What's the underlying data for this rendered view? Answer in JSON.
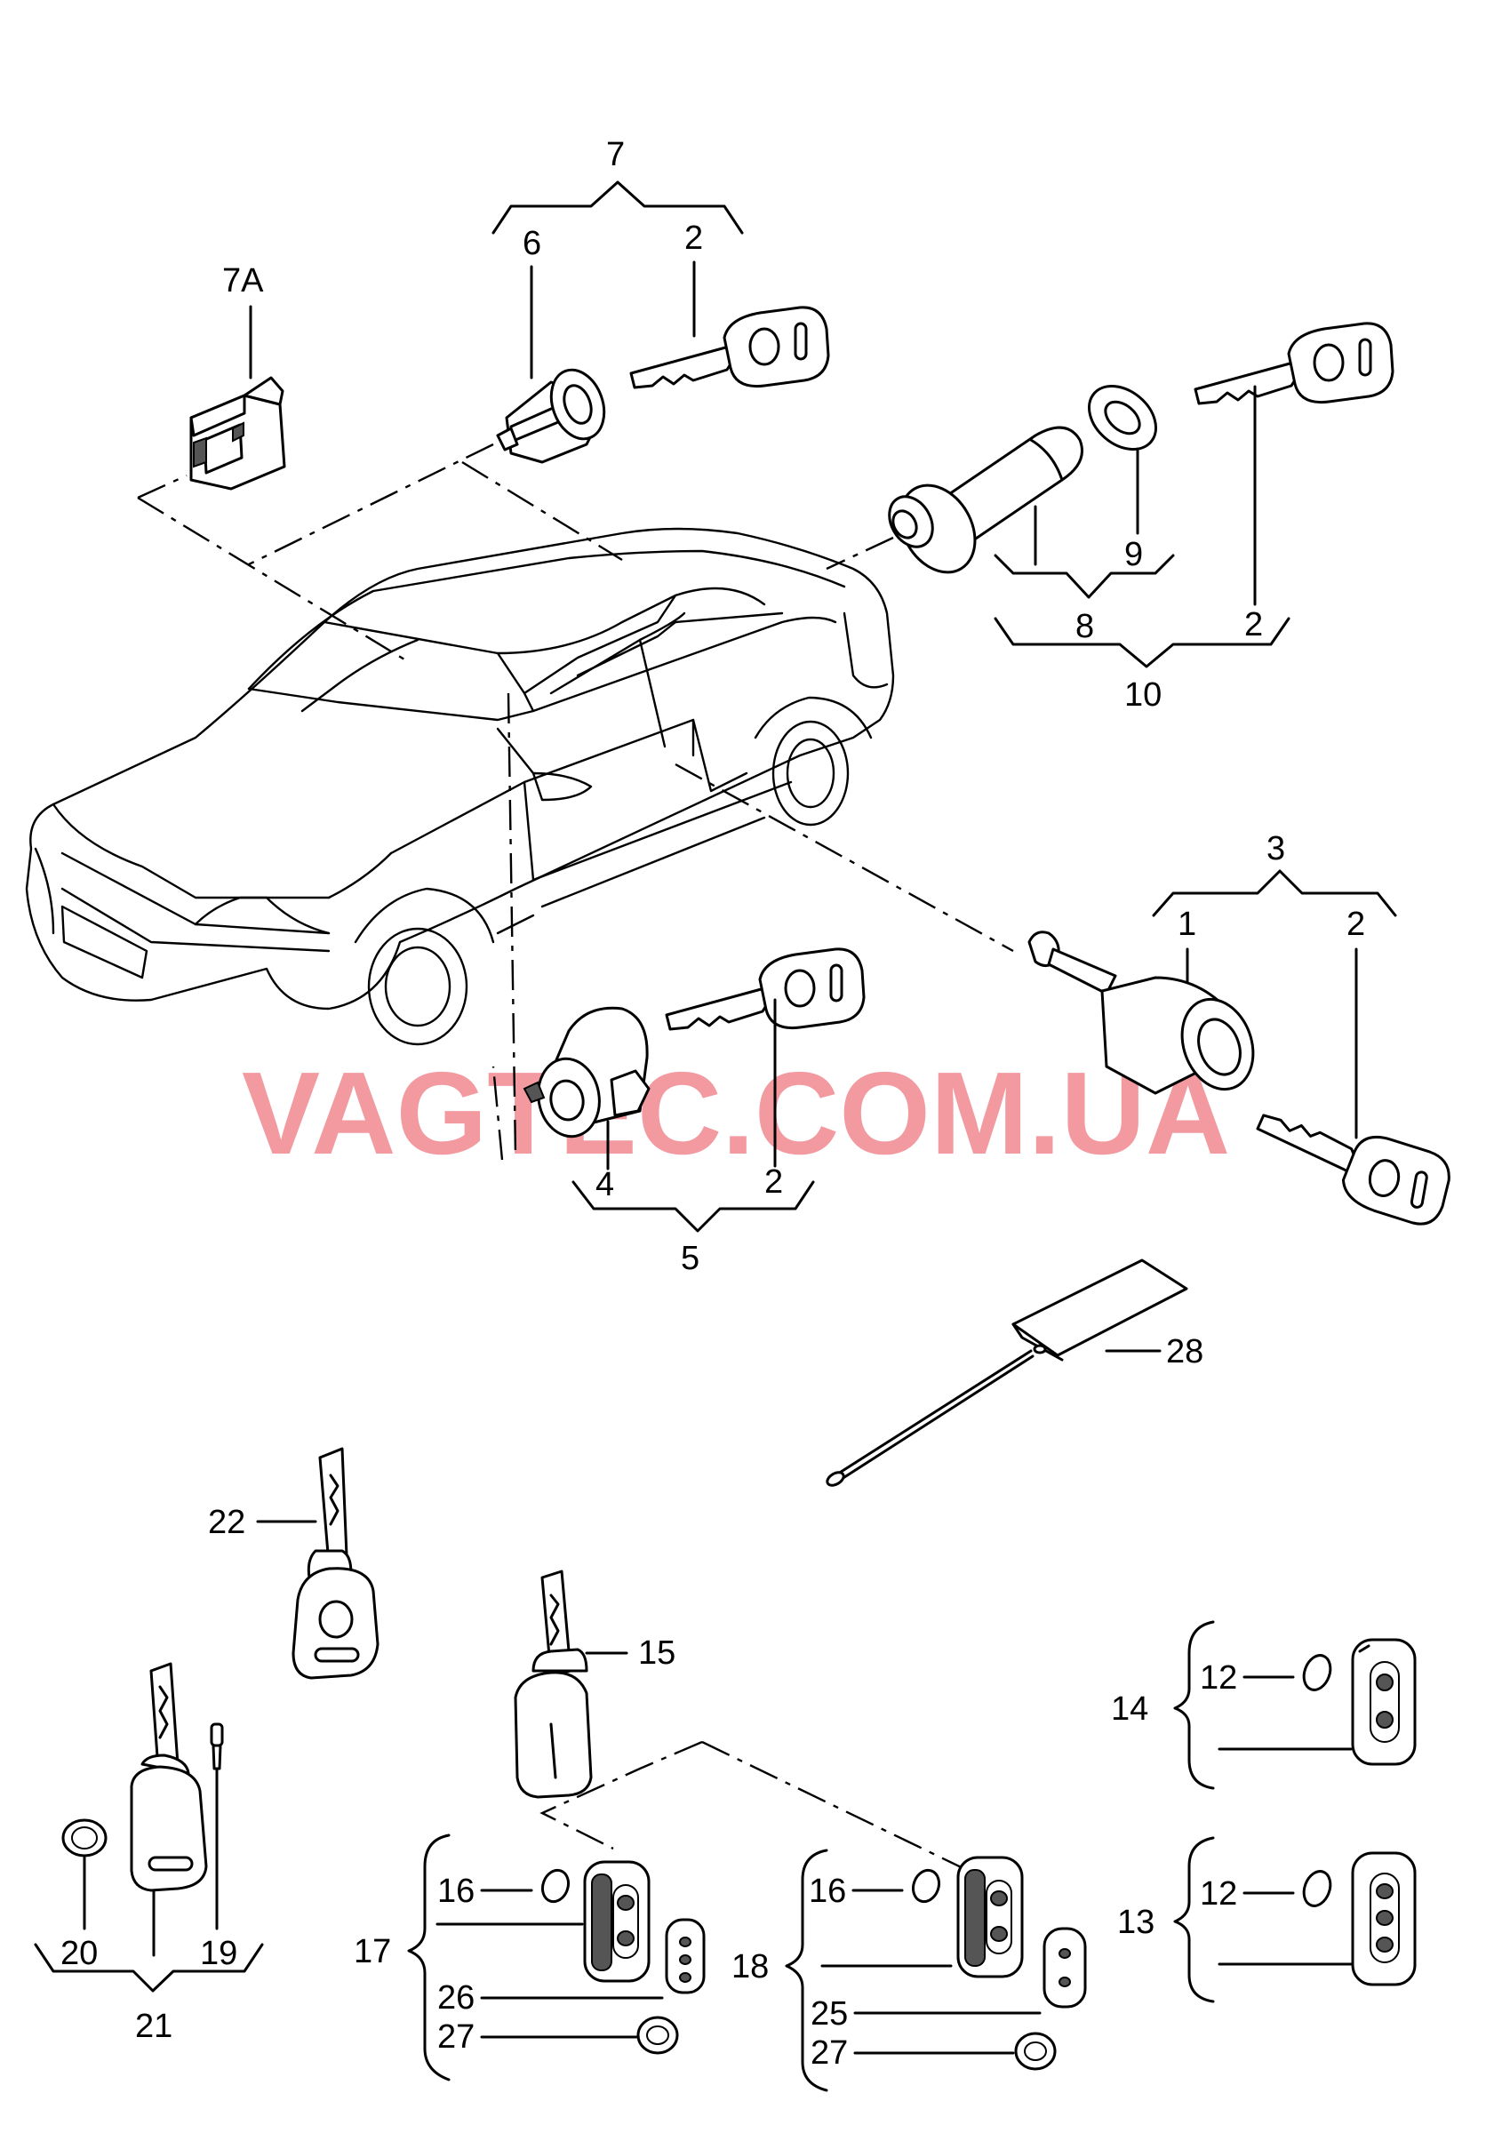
{
  "watermark": "VAGTEC.COM.UA",
  "callouts": {
    "n1": "1",
    "n2": "2",
    "n3": "3",
    "n4": "4",
    "n5": "5",
    "n6": "6",
    "n7": "7",
    "n7a": "7A",
    "n8": "8",
    "n9": "9",
    "n10": "10",
    "n12": "12",
    "n13": "13",
    "n14": "14",
    "n15": "15",
    "n16": "16",
    "n17": "17",
    "n18": "18",
    "n19": "19",
    "n20": "20",
    "n21": "21",
    "n22": "22",
    "n25": "25",
    "n26": "26",
    "n27": "27",
    "n28": "28"
  }
}
